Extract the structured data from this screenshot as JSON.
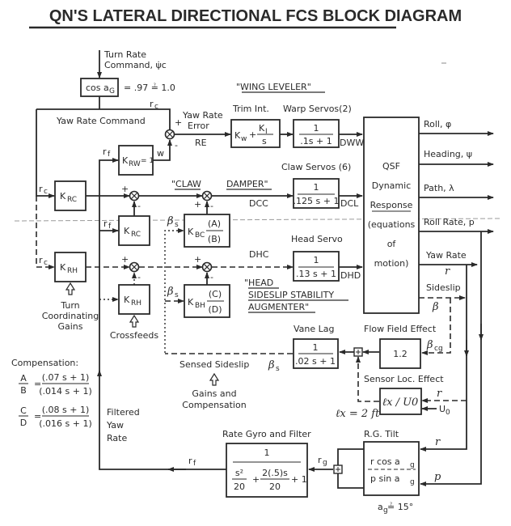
{
  "title": "QN'S LATERAL DIRECTIONAL FCS BLOCK DIAGRAM",
  "input": {
    "label_line1": "Turn Rate",
    "label_line2": "Command, ψ̇c",
    "cos_block": "cos a",
    "cos_block_sub": "G",
    "cos_value": "= .97 ≟ 1.0",
    "rc": "r",
    "rc_sub": "c",
    "yaw_rate_command": "Yaw Rate Command"
  },
  "wing_leveler": {
    "section_label": "\"WING LEVELER\"",
    "yaw_rate_error_1": "Yaw Rate",
    "yaw_rate_error_2": "Error",
    "re": "RE",
    "plus": "+",
    "minus": "-",
    "trim_label": "Trim Int.",
    "trim_kw": "K",
    "trim_kw_sub": "w",
    "trim_plus": "+",
    "trim_ki": "K",
    "trim_ki_sub": "I",
    "trim_s": "s",
    "warp_label": "Warp Servos(2)",
    "warp_num": "1",
    "warp_den": ".1s + 1",
    "dww": "DWW",
    "krw": "K",
    "krw_sub": "RW",
    "krw_val": "= 1",
    "rf": "r",
    "rf_sub": "f",
    "w": "w"
  },
  "claw_damper": {
    "section_label_1": "\"CLAW",
    "section_label_2": "DAMPER\"",
    "krc": "K",
    "krc_sub": "RC",
    "krc2": "K",
    "krc2_sub": "RC",
    "kbc": "K",
    "kbc_sub": "BC",
    "kbc_num": "(A)",
    "kbc_den": "(B)",
    "dcc": "DCC",
    "servo_label": "Claw Servos (6)",
    "servo_num": "1",
    "servo_den": ".125 s + 1",
    "dcl": "DCL",
    "beta_s": "β",
    "beta_s_sub": "s"
  },
  "head_ssa": {
    "section_label_1": "\"HEAD",
    "section_label_2": "SIDESLIP STABILITY",
    "section_label_3": "AUGMENTER\"",
    "krh": "K",
    "krh_sub": "RH",
    "krh2": "K",
    "krh2_sub": "RH",
    "kbh": "K",
    "kbh_sub": "BH",
    "kbh_num": "(C)",
    "kbh_den": "(D)",
    "dhc": "DHC",
    "servo_label": "Head Servo",
    "servo_num": "1",
    "servo_den": ".13 s + 1",
    "dhd": "DHD",
    "turn_coord_1": "Turn",
    "turn_coord_2": "Coordinating",
    "turn_coord_3": "Gains",
    "crossfeeds": "Crossfeeds"
  },
  "plant": {
    "line1": "QSF",
    "line2": "Dynamic",
    "line3": "Response",
    "line4": "(equations",
    "line5": "of",
    "line6": "motion)",
    "outputs": [
      {
        "label": "Roll, φ"
      },
      {
        "label": "Heading, ψ"
      },
      {
        "label": "Path, λ"
      },
      {
        "label": "Roll Rate, p"
      },
      {
        "label": "Yaw Rate"
      },
      {
        "label": "Sideslip"
      }
    ],
    "yaw_r": "r",
    "sideslip_beta": "β"
  },
  "sensors": {
    "vane_label": "Vane Lag",
    "vane_num": "1",
    "vane_den": ".02 s + 1",
    "flow_label": "Flow Field Effect",
    "flow_value": "1.2",
    "beta_cg": "β",
    "beta_cg_sub": "cg",
    "sensor_loc_label": "Sensor Loc. Effect",
    "sensor_loc_block": "ℓx / U0",
    "lx_value": "ℓx = 2 ft",
    "r": "r",
    "u0": "U",
    "u0_sub": "0",
    "sensed_sideslip": "Sensed Sideslip",
    "beta_s": "β",
    "beta_s_sub": "s",
    "gains_1": "Gains and",
    "gains_2": "Compensation"
  },
  "compensation": {
    "heading": "Compensation:",
    "ab_lhs_num": "A",
    "ab_lhs_den": "B",
    "ab_num": "(.07 s + 1)",
    "ab_den": "(.014 s + 1)",
    "cd_lhs_num": "C",
    "cd_lhs_den": "D",
    "cd_num": "(.08 s + 1)",
    "cd_den": "(.016 s + 1)",
    "eq": "="
  },
  "feedback": {
    "filtered_1": "Filtered",
    "filtered_2": "Yaw",
    "filtered_3": "Rate",
    "gyro_label": "Rate Gyro and Filter",
    "gyro_num": "1",
    "gyro_t1_num": "s²",
    "gyro_t1_den": "20",
    "gyro_plus": "+",
    "gyro_t2_num": "2(.5)s",
    "gyro_t2_den": "20",
    "gyro_tail": "+ 1",
    "rf": "r",
    "rf_sub": "f",
    "rg": "r",
    "rg_sub": "g",
    "tilt_label": "R.G. Tilt",
    "tilt_num": "r  cos  a",
    "tilt_num_sub": "g",
    "tilt_den": "p  sin  a",
    "tilt_den_sub": "g",
    "tilt_angle": "a",
    "tilt_angle_sub": "g",
    "tilt_angle_val": " ≟ 15°",
    "r": "r",
    "p": "p"
  }
}
